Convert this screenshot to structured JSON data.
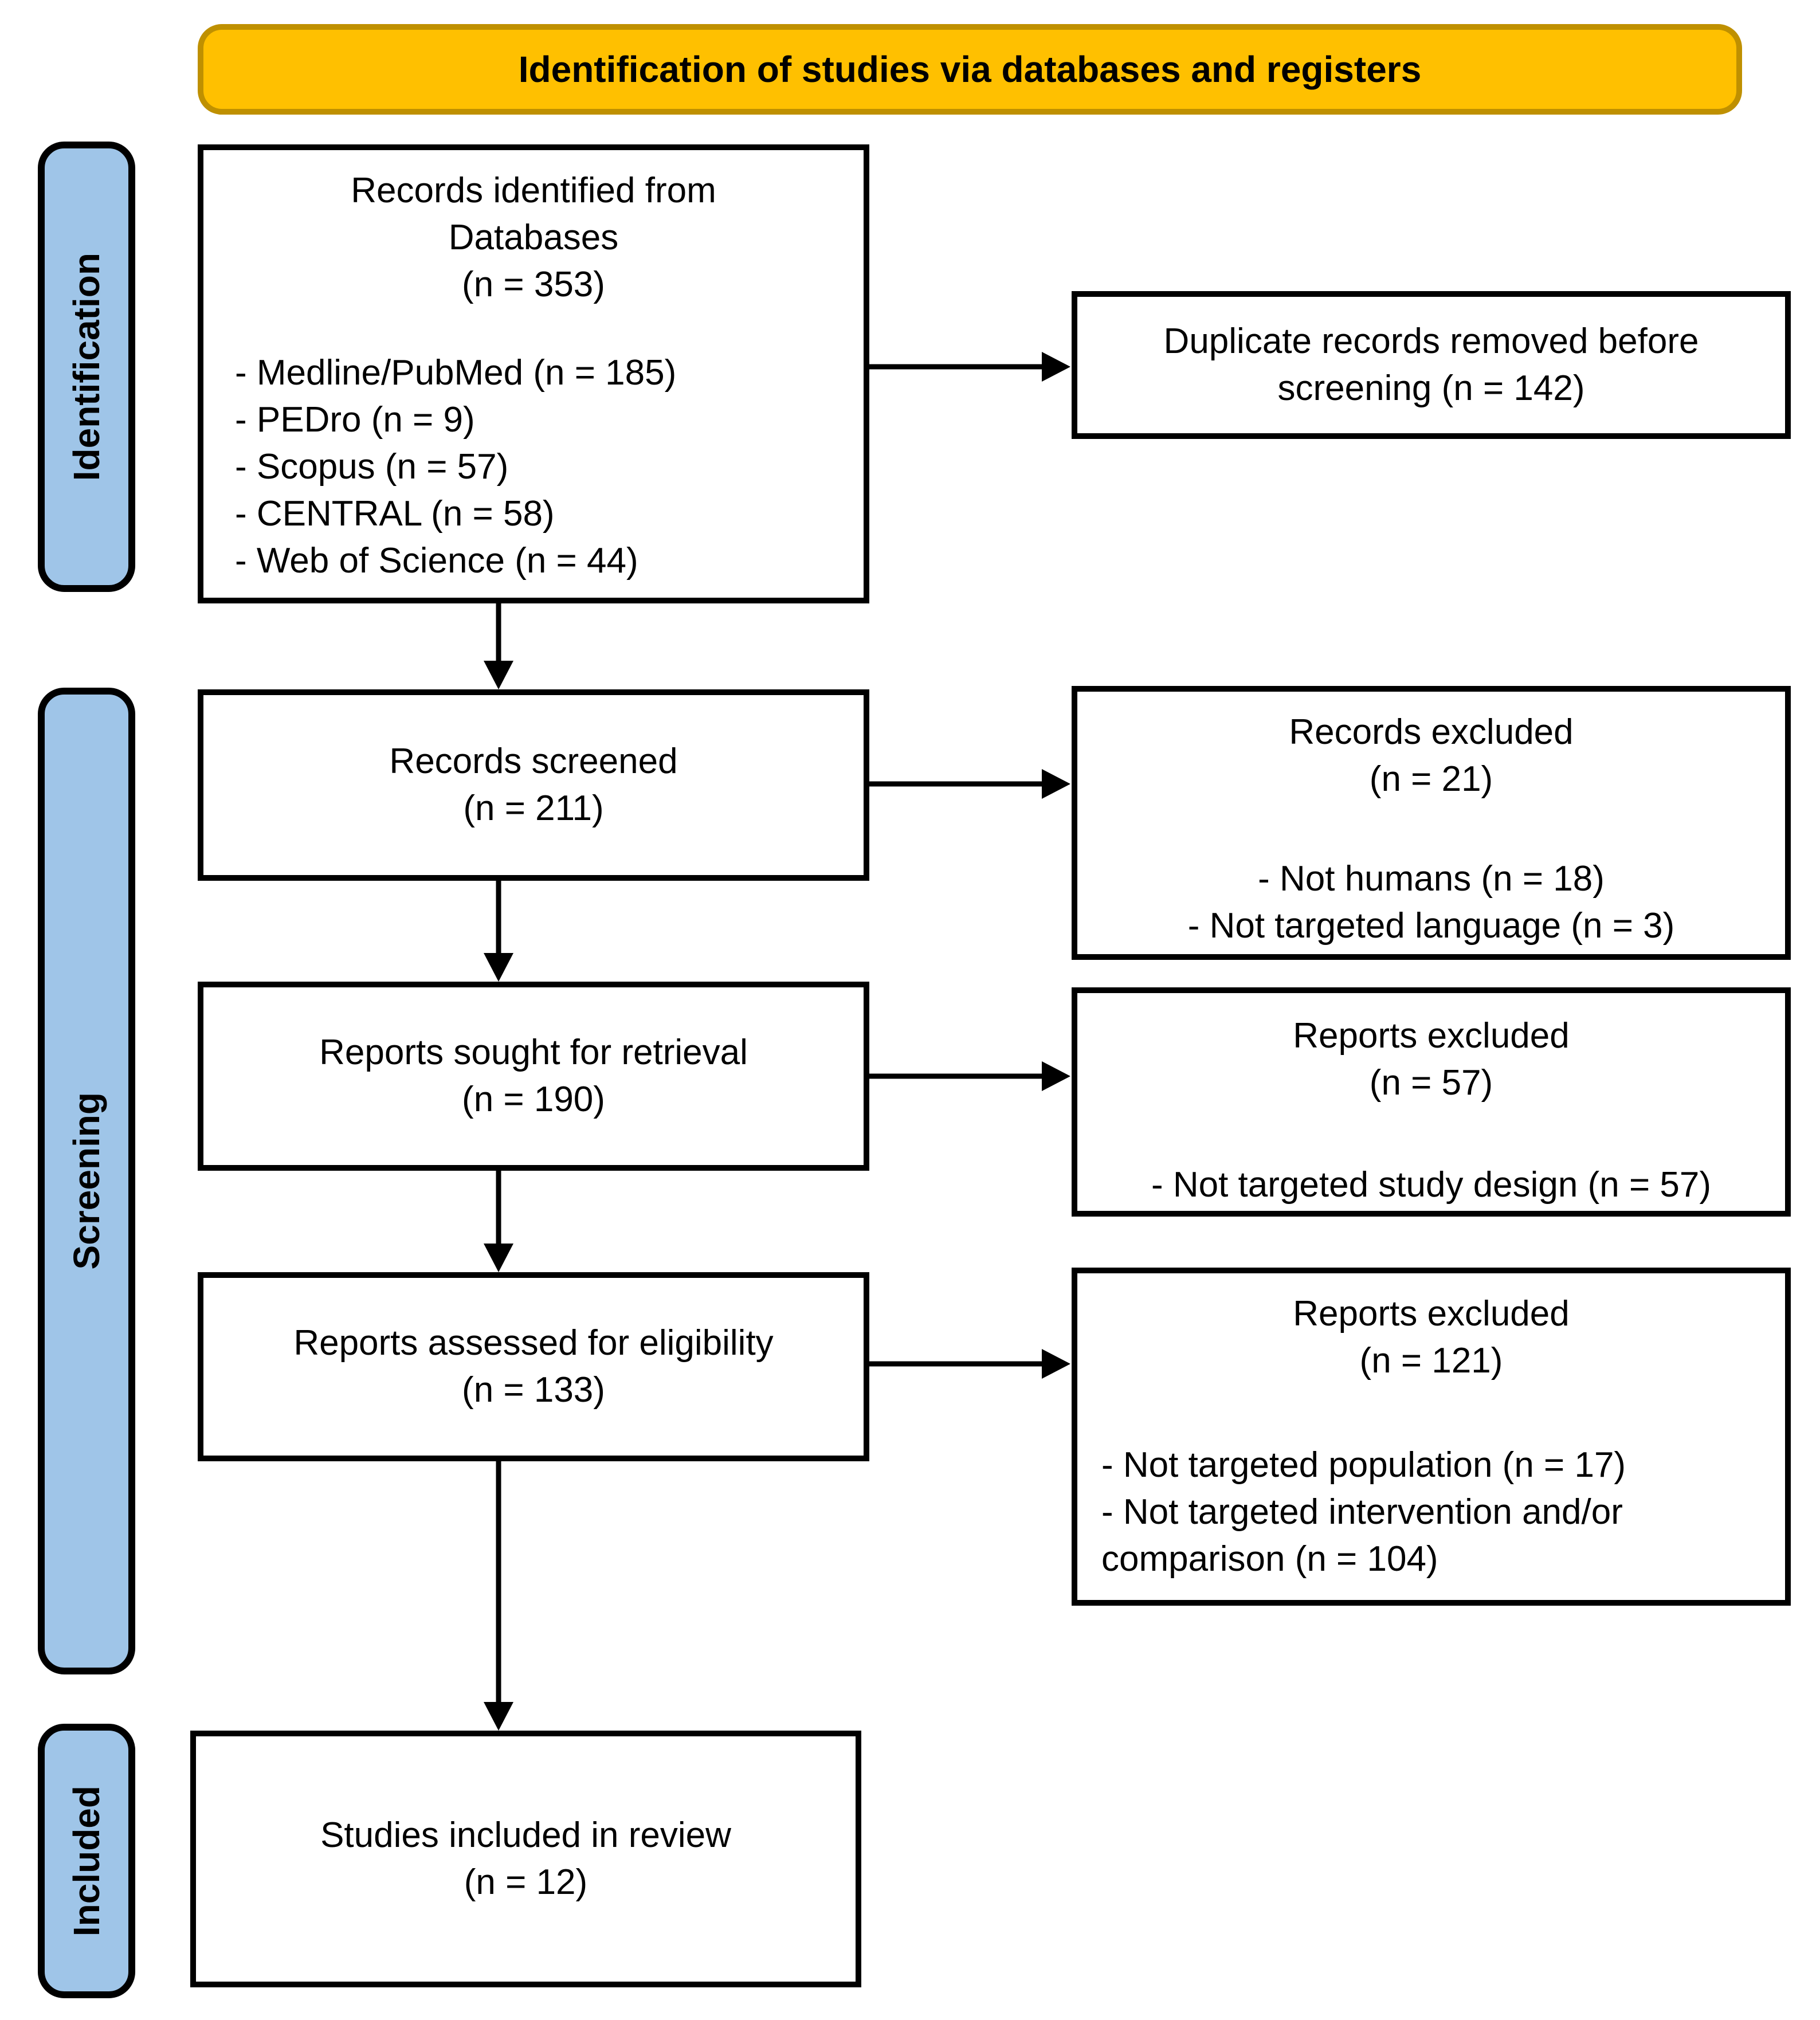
{
  "banner": {
    "title": "Identification of studies via databases and registers"
  },
  "stages": [
    {
      "label": "Identification"
    },
    {
      "label": "Screening"
    },
    {
      "label": "Included"
    }
  ],
  "boxes": {
    "records_identified": {
      "title": "Records identified from\nDatabases\n(n = 353)",
      "items": [
        "- Medline/PubMed (n = 185)",
        "- PEDro (n = 9)",
        "- Scopus (n = 57)",
        "- CENTRAL (n = 58)",
        "- Web of Science (n = 44)"
      ]
    },
    "duplicates_removed": {
      "text": "Duplicate records removed before\nscreening (n = 142)"
    },
    "records_screened": {
      "text": "Records screened\n(n = 211)"
    },
    "records_excluded": {
      "title": "Records excluded\n(n = 21)",
      "items": [
        "- Not humans (n = 18)",
        "- Not targeted language (n = 3)"
      ]
    },
    "reports_sought": {
      "text": "Reports sought for retrieval\n(n = 190)"
    },
    "reports_excluded_retrieval": {
      "title": "Reports excluded\n(n = 57)",
      "items": [
        "- Not targeted study design (n = 57)"
      ]
    },
    "reports_assessed": {
      "text": "Reports assessed for eligibility\n(n = 133)"
    },
    "reports_excluded_eligibility": {
      "title": "Reports excluded\n(n = 121)",
      "items": [
        "- Not targeted population (n = 17)",
        "- Not targeted intervention and/or comparison (n = 104)"
      ]
    },
    "studies_included": {
      "text": "Studies included in review\n(n = 12)"
    }
  },
  "colors": {
    "banner_fill": "#FFC000",
    "banner_border": "#BF9000",
    "stage_fill": "#9FC5E8",
    "box_fill": "#FFFFFF",
    "line": "#000000"
  }
}
